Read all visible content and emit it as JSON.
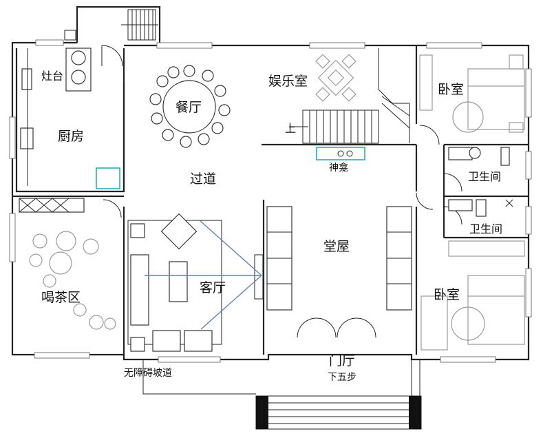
{
  "rooms": {
    "stove": "灶台",
    "kitchen": "厨房",
    "dining": "餐厅",
    "entertainment": "娱乐室",
    "bedroom_top": "卧室",
    "up": "上",
    "shrine": "神龛",
    "corridor": "过道",
    "bathroom_1": "卫生间",
    "bathroom_2": "卫生间",
    "hall": "堂屋",
    "living": "客厅",
    "tea": "喝茶区",
    "bedroom_bottom": "卧室",
    "entrance": "门厅",
    "steps": "下五步",
    "ramp": "无障碍坡道"
  },
  "colors": {
    "wall": "#222222",
    "sightline": "#5b84b6",
    "accent": "#1fb3b8"
  }
}
